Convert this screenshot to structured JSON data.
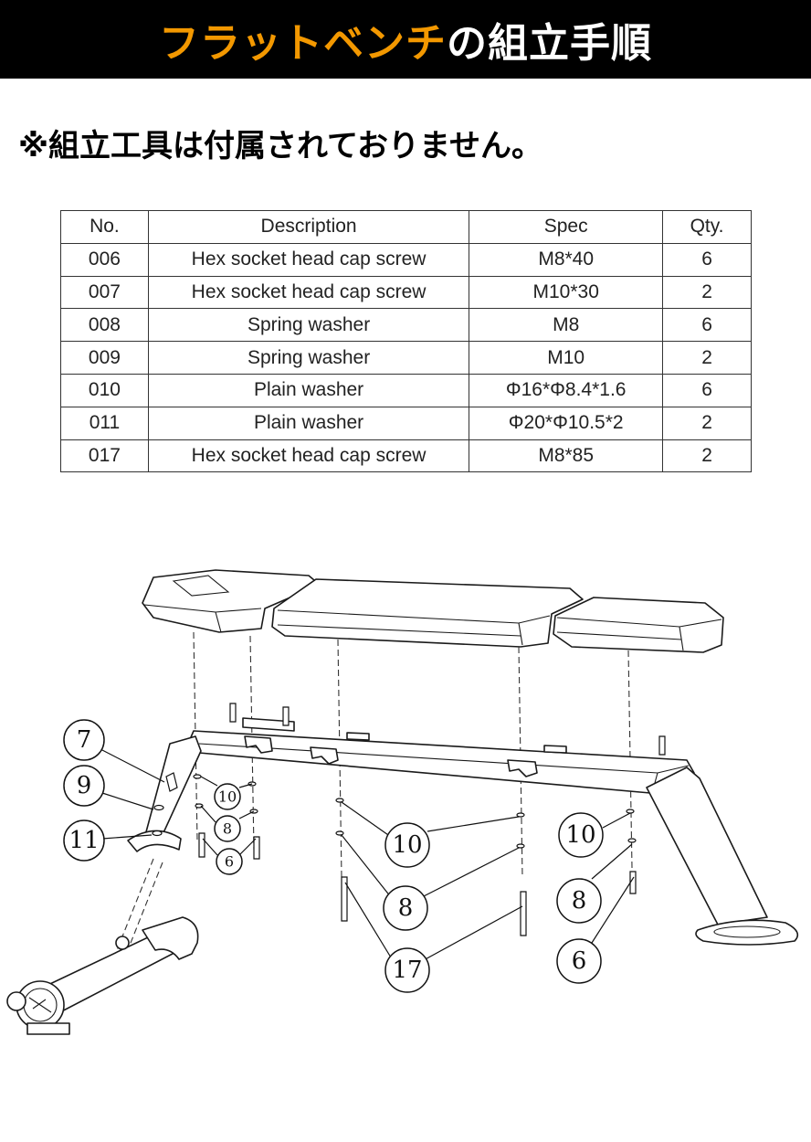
{
  "title": {
    "accent": "フラットベンチ",
    "rest": "の組立手順"
  },
  "notice": "※組立工具は付属されておりません。",
  "parts_table": {
    "headers": [
      "No.",
      "Description",
      "Spec",
      "Qty."
    ],
    "rows": [
      [
        "006",
        "Hex socket head cap screw",
        "M8*40",
        "6"
      ],
      [
        "007",
        "Hex socket head cap screw",
        "M10*30",
        "2"
      ],
      [
        "008",
        "Spring washer",
        "M8",
        "6"
      ],
      [
        "009",
        "Spring washer",
        "M10",
        "2"
      ],
      [
        "010",
        "Plain washer",
        "Φ16*Φ8.4*1.6",
        "6"
      ],
      [
        "011",
        "Plain washer",
        "Φ20*Φ10.5*2",
        "2"
      ],
      [
        "017",
        "Hex socket head cap screw",
        "M8*85",
        "2"
      ]
    ]
  },
  "diagram": {
    "callouts": [
      "7",
      "9",
      "11",
      "10",
      "8",
      "6",
      "10",
      "8",
      "17",
      "10",
      "8",
      "6"
    ]
  },
  "colors": {
    "banner_bg": "#000000",
    "accent": "#f39800",
    "text": "#111111"
  }
}
